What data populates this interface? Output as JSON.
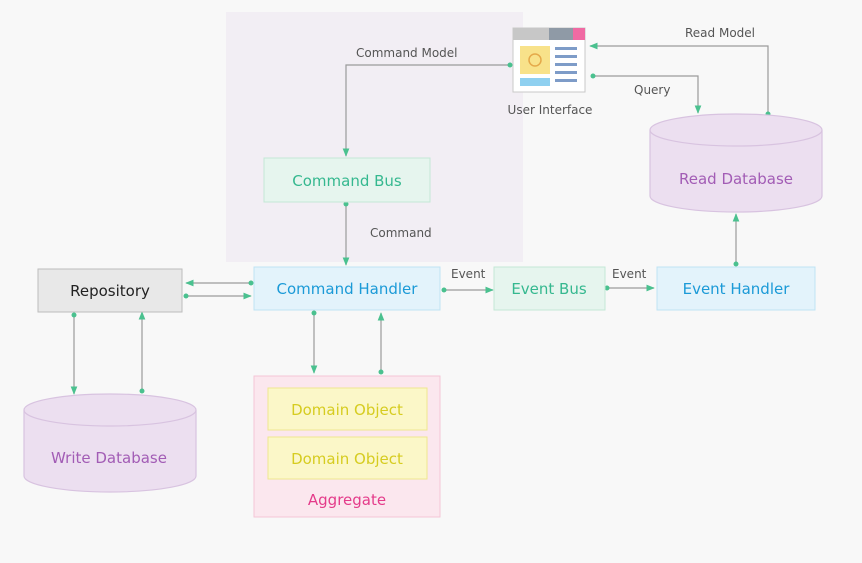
{
  "labels": {
    "command_model": "Command Model",
    "read_model": "Read Model",
    "query": "Query",
    "command": "Command",
    "event_left": "Event",
    "event_right": "Event",
    "user_interface": "User Interface"
  },
  "boxes": {
    "command_bus": "Command Bus",
    "repository": "Repository",
    "command_handler": "Command Handler",
    "event_bus": "Event Bus",
    "event_handler": "Event Handler",
    "domain_object_1": "Domain Object",
    "domain_object_2": "Domain Object",
    "aggregate": "Aggregate"
  },
  "databases": {
    "read": "Read Database",
    "write": "Write Database"
  },
  "colors": {
    "background": "#f8f8f8",
    "highlight_region": "#f2eef4",
    "arrow": "#4ac18f",
    "green_text": "#35b88f",
    "blue_text": "#1b9ad7",
    "purple_text": "#a25cb5",
    "yellow_text": "#d6cc20",
    "pink_text": "#e43b8a"
  }
}
